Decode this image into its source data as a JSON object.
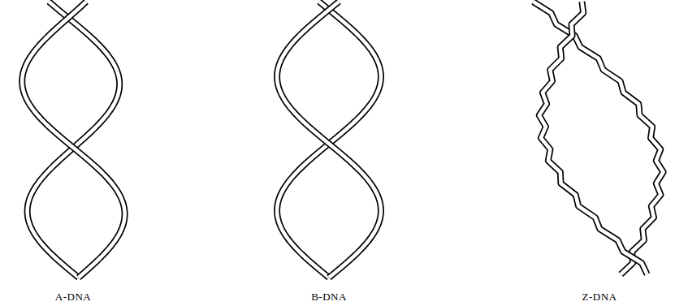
{
  "diagram": {
    "labels": [
      "A-DNA",
      "B-DNA",
      "Z-DNA"
    ]
  }
}
